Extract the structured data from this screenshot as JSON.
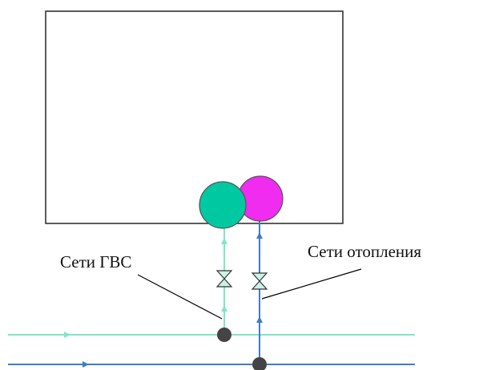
{
  "labels": {
    "dhw_networks": "Сети ГВС",
    "heating_networks": "Сети отопления"
  },
  "colors": {
    "building_outline": "#333333",
    "dhw_pipe": "#7fe6c8",
    "dhw_circle": "#00c8a0",
    "heating_pipe": "#3f7cc8",
    "heating_circle": "#f02cf0",
    "junction": "#444444",
    "valve_fill": "#c8f4e6",
    "leader_line": "#000000"
  },
  "icons": {
    "valve": "valve-icon",
    "flow_arrow": "flow-arrow-icon",
    "junction": "junction-node"
  }
}
